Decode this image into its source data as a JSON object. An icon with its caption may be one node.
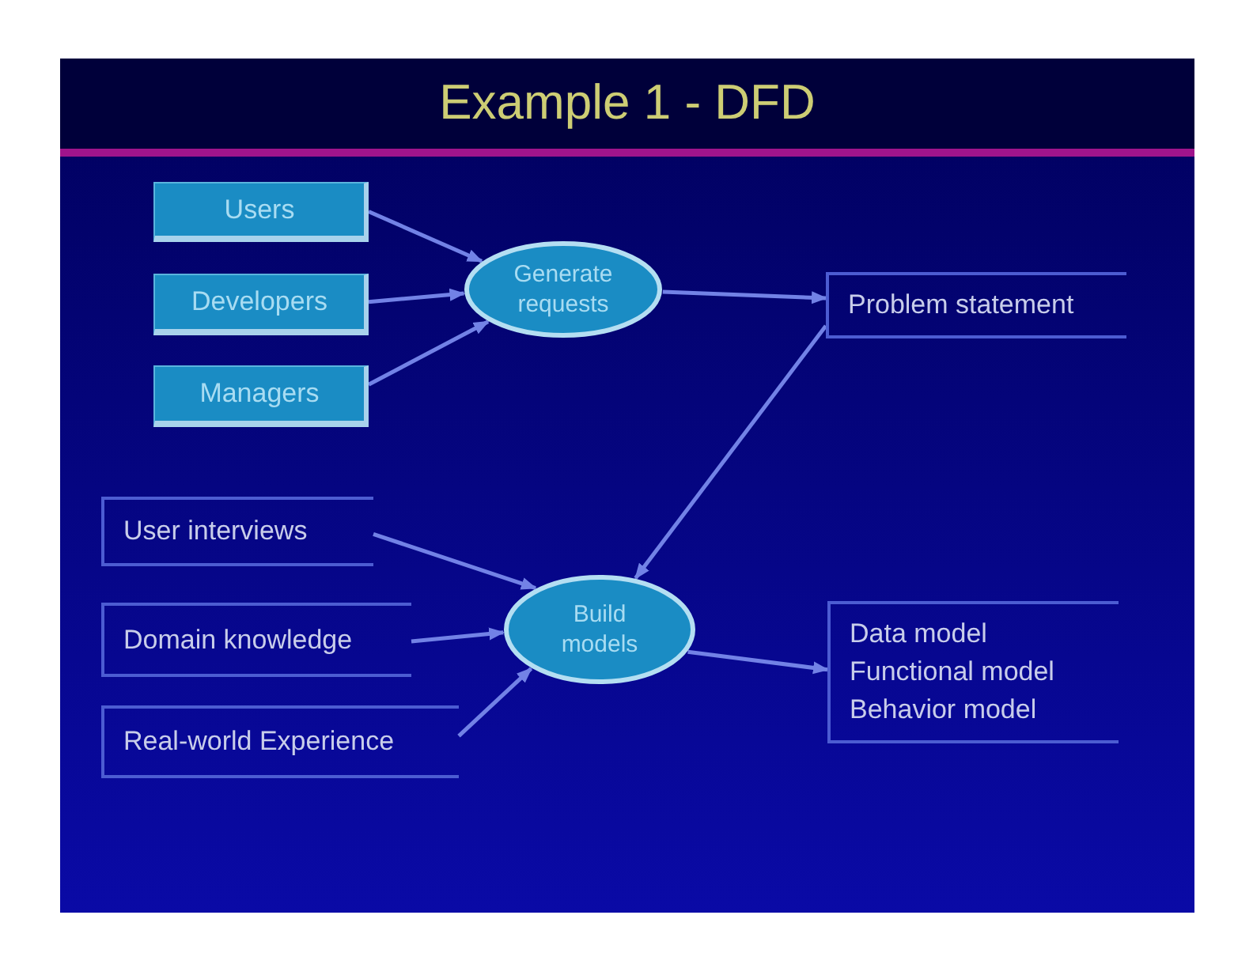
{
  "diagram": {
    "title": "Example 1 - DFD",
    "nodes": [
      {
        "text": [
          "Users"
        ]
      },
      {
        "text": [
          "Developers"
        ]
      },
      {
        "text": [
          "Managers"
        ]
      },
      {
        "text": [
          "Generate requests"
        ]
      },
      {
        "text": [
          "Problem statement"
        ]
      },
      {
        "text": [
          "User interviews"
        ]
      },
      {
        "text": [
          "Domain knowledge"
        ]
      },
      {
        "text": [
          "Real-world Experience"
        ]
      },
      {
        "text": [
          "Build models"
        ]
      },
      {
        "text": [
          "Data model",
          "Functional model",
          "Behavior model"
        ]
      }
    ],
    "edges": [
      {
        "from": 0,
        "to": 3,
        "arrow": "to"
      },
      {
        "from": 1,
        "to": 3,
        "arrow": "to"
      },
      {
        "from": 2,
        "to": 3,
        "arrow": "to"
      },
      {
        "from": 3,
        "to": 4,
        "arrow": "to"
      },
      {
        "from": 5,
        "to": 8,
        "arrow": "to"
      },
      {
        "from": 6,
        "to": 8,
        "arrow": "to"
      },
      {
        "from": 7,
        "to": 8,
        "arrow": "to"
      },
      {
        "from": 4,
        "to": 8,
        "arrow": "to"
      },
      {
        "from": 8,
        "to": 9,
        "arrow": "to"
      }
    ]
  }
}
